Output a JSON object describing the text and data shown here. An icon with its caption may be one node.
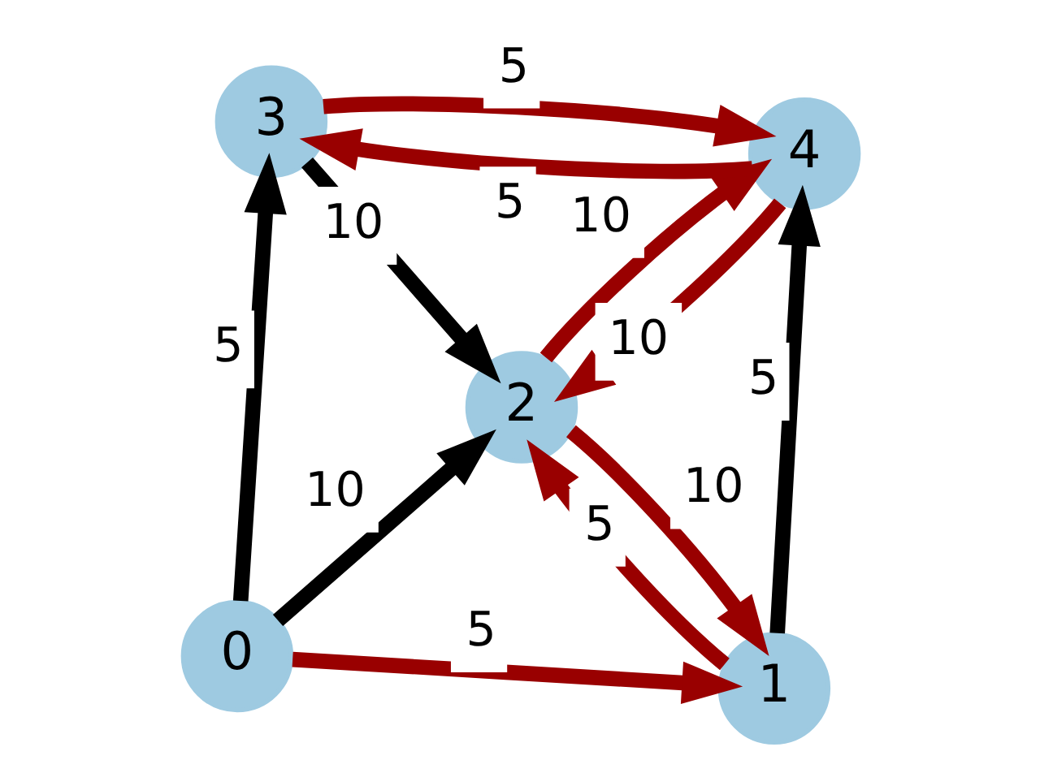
{
  "diagram": {
    "nodes": [
      {
        "text": [
          "0"
        ]
      },
      {
        "text": [
          "1"
        ]
      },
      {
        "text": [
          "2"
        ]
      },
      {
        "text": [
          "3"
        ]
      },
      {
        "text": [
          "4"
        ]
      }
    ],
    "edges": [
      {
        "from": 0,
        "to": 1,
        "arrow": "to",
        "label": "5",
        "color": "#990000"
      },
      {
        "from": 0,
        "to": 2,
        "arrow": "to",
        "label": "10",
        "color": "#000000"
      },
      {
        "from": 0,
        "to": 3,
        "arrow": "to",
        "label": "5",
        "color": "#000000"
      },
      {
        "from": 1,
        "to": 4,
        "arrow": "to",
        "label": "5",
        "color": "#000000"
      },
      {
        "from": 2,
        "to": 1,
        "arrow": "to",
        "label": "10",
        "color": "#990000"
      },
      {
        "from": 1,
        "to": 2,
        "arrow": "to",
        "label": "5",
        "color": "#990000"
      },
      {
        "from": 3,
        "to": 2,
        "arrow": "to",
        "label": "10",
        "color": "#000000"
      },
      {
        "from": 4,
        "to": 2,
        "arrow": "to",
        "label": "10",
        "color": "#990000"
      },
      {
        "from": 2,
        "to": 4,
        "arrow": "to",
        "label": "10",
        "color": "#990000"
      },
      {
        "from": 4,
        "to": 3,
        "arrow": "to",
        "label": "5",
        "color": "#990000"
      },
      {
        "from": 3,
        "to": 4,
        "arrow": "to",
        "label": "5",
        "color": "#990000"
      }
    ]
  }
}
